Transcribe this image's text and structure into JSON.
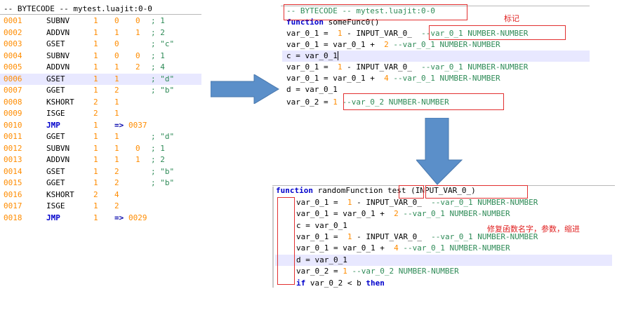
{
  "left": {
    "header": "-- BYTECODE -- mytest.luajit:0-0",
    "rows": [
      {
        "n": "0001",
        "op": "SUBNV",
        "a": "1",
        "b": "0",
        "c": "0",
        "cm": "; 1"
      },
      {
        "n": "0002",
        "op": "ADDVN",
        "a": "1",
        "b": "1",
        "c": "1",
        "cm": "; 2"
      },
      {
        "n": "0003",
        "op": "GSET",
        "a": "1",
        "b": "0",
        "c": "",
        "cm": "; \"c\""
      },
      {
        "n": "0004",
        "op": "SUBNV",
        "a": "1",
        "b": "0",
        "c": "0",
        "cm": "; 1"
      },
      {
        "n": "0005",
        "op": "ADDVN",
        "a": "1",
        "b": "1",
        "c": "2",
        "cm": "; 4"
      },
      {
        "n": "0006",
        "op": "GSET",
        "a": "1",
        "b": "1",
        "c": "",
        "cm": "; \"d\""
      },
      {
        "n": "0007",
        "op": "GGET",
        "a": "1",
        "b": "2",
        "c": "",
        "cm": "; \"b\""
      },
      {
        "n": "0008",
        "op": "KSHORT",
        "a": "2",
        "b": "1",
        "c": "",
        "cm": ""
      },
      {
        "n": "0009",
        "op": "ISGE",
        "a": "2",
        "b": "1",
        "c": "",
        "cm": ""
      },
      {
        "n": "0010",
        "op": "JMP",
        "a": "1",
        "b": "=>",
        "c": "0037",
        "cm": ""
      },
      {
        "n": "0011",
        "op": "GGET",
        "a": "1",
        "b": "1",
        "c": "",
        "cm": "; \"d\""
      },
      {
        "n": "0012",
        "op": "SUBVN",
        "a": "1",
        "b": "1",
        "c": "0",
        "cm": "; 1"
      },
      {
        "n": "0013",
        "op": "ADDVN",
        "a": "1",
        "b": "1",
        "c": "1",
        "cm": "; 2"
      },
      {
        "n": "0014",
        "op": "GSET",
        "a": "1",
        "b": "2",
        "c": "",
        "cm": "; \"b\""
      },
      {
        "n": "0015",
        "op": "GGET",
        "a": "1",
        "b": "2",
        "c": "",
        "cm": "; \"b\""
      },
      {
        "n": "0016",
        "op": "KSHORT",
        "a": "2",
        "b": "4",
        "c": "",
        "cm": ""
      },
      {
        "n": "0017",
        "op": "ISGE",
        "a": "1",
        "b": "2",
        "c": "",
        "cm": ""
      },
      {
        "n": "0018",
        "op": "JMP",
        "a": "1",
        "b": "=>",
        "c": "0029",
        "cm": ""
      }
    ]
  },
  "top_right": {
    "header": "-- BYTECODE -- mytest.luajit:0-0",
    "l1_kw": "function",
    "l1_rest": " someFunc0()",
    "l2_a": "var_0_1 = ",
    "l2_n": " 1",
    "l2_b": " - INPUT_VAR_0_ ",
    "l2_c": " --var_0_1 NUMBER-NUMBER",
    "l3_a": "var_0_1 = var_0_1 + ",
    "l3_n": " 2",
    "l3_c": " --var_0_1 NUMBER-NUMBER",
    "l4": "c = var_0_1",
    "l5_a": "var_0_1 = ",
    "l5_n": " 1",
    "l5_b": " - INPUT_VAR_0_ ",
    "l5_c": " --var_0_1 NUMBER-NUMBER",
    "l6_a": "var_0_1 = var_0_1 + ",
    "l6_n": " 4",
    "l6_c": " --var_0_1 NUMBER-NUMBER",
    "l7": "d = var_0_1",
    "l8_a": "var_0_2 = ",
    "l8_n": "1",
    "l8_c": " --var_0_2 NUMBER-NUMBER",
    "note": "标记"
  },
  "bottom_right": {
    "l1_kw": "function",
    "l1_a": " randomFunction ",
    "l1_name": "test",
    "l1_b": " (INPUT_VAR_0_)",
    "l2_a": "var_0_1 = ",
    "l2_n": " 1",
    "l2_b": " - INPUT_VAR_0_ ",
    "l2_c": " --var_0_1 NUMBER-NUMBER",
    "l3_a": "var_0_1 = var_0_1 + ",
    "l3_n": " 2",
    "l3_c": " --var_0_1 NUMBER-NUMBER",
    "l4": "c = var_0_1",
    "l5_a": "var_0_1 = ",
    "l5_n": " 1",
    "l5_b": " - INPUT_VAR_0_ ",
    "l5_c": " --var_0_1 NUMBER-NUMBER",
    "l6_a": "var_0_1 = var_0_1 + ",
    "l6_n": " 4",
    "l6_c": " --var_0_1 NUMBER-NUMBER",
    "l7": "d = var_0_1",
    "l8_a": "var_0_2 = ",
    "l8_n": "1",
    "l8_c": " --var_0_2 NUMBER-NUMBER",
    "l9_kw": "if",
    "l9_a": " var_0_2 < b ",
    "l9_kw2": "then",
    "note": "修复函数名字，参数，缩进"
  },
  "colors": {
    "accent_red": "#e23030",
    "arrow_blue": "#5b8fc9",
    "keyword_blue": "#0000cc",
    "number_orange": "#ff8c00",
    "comment_green": "#2e8b57"
  }
}
